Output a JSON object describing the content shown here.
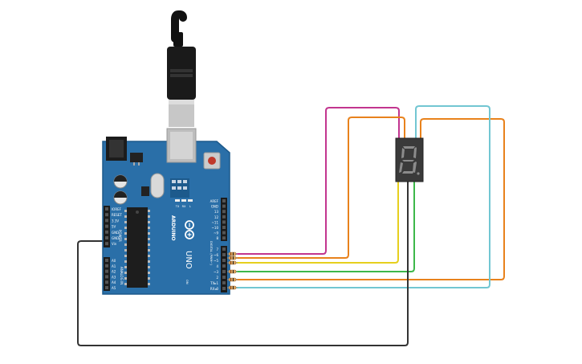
{
  "board": {
    "brand": "ARDUINO",
    "model": "UNO",
    "power_header_label": "POWER",
    "analog_header_label": "ANALOG IN",
    "digital_header_label": "DIGITAL (PWM~)",
    "power_pins": [
      "IOREF",
      "RESET",
      "3.3V",
      "5V",
      "GND",
      "GND",
      "Vin"
    ],
    "analog_pins": [
      "A0",
      "A1",
      "A2",
      "A3",
      "A4",
      "A5"
    ],
    "digital_pins_top": [
      "AREF",
      "GND",
      "13",
      "12",
      "~11",
      "~10",
      "~9",
      "8"
    ],
    "digital_pins_bottom": [
      "7",
      "~6",
      "~5",
      "4",
      "~3",
      "2",
      "TX▸1",
      "RX◂0"
    ],
    "leds": [
      "TX",
      "RX",
      "L"
    ],
    "on_label": "ON",
    "icsp_label": "ICSP"
  },
  "display": {
    "digit": "8."
  },
  "colors": {
    "board": "#2a6fa8",
    "board_edge": "#1d5a8c",
    "wire_magenta": "#c2358f",
    "wire_orange": "#e8821c",
    "wire_yellow": "#e6cf1e",
    "wire_green": "#3db84a",
    "wire_cyan": "#72c6d2",
    "wire_black": "#333333",
    "resistor": "#d9a25e"
  },
  "icons": {
    "usb_cable": "usb-cable-icon",
    "reset_button": "reset-button-icon"
  }
}
